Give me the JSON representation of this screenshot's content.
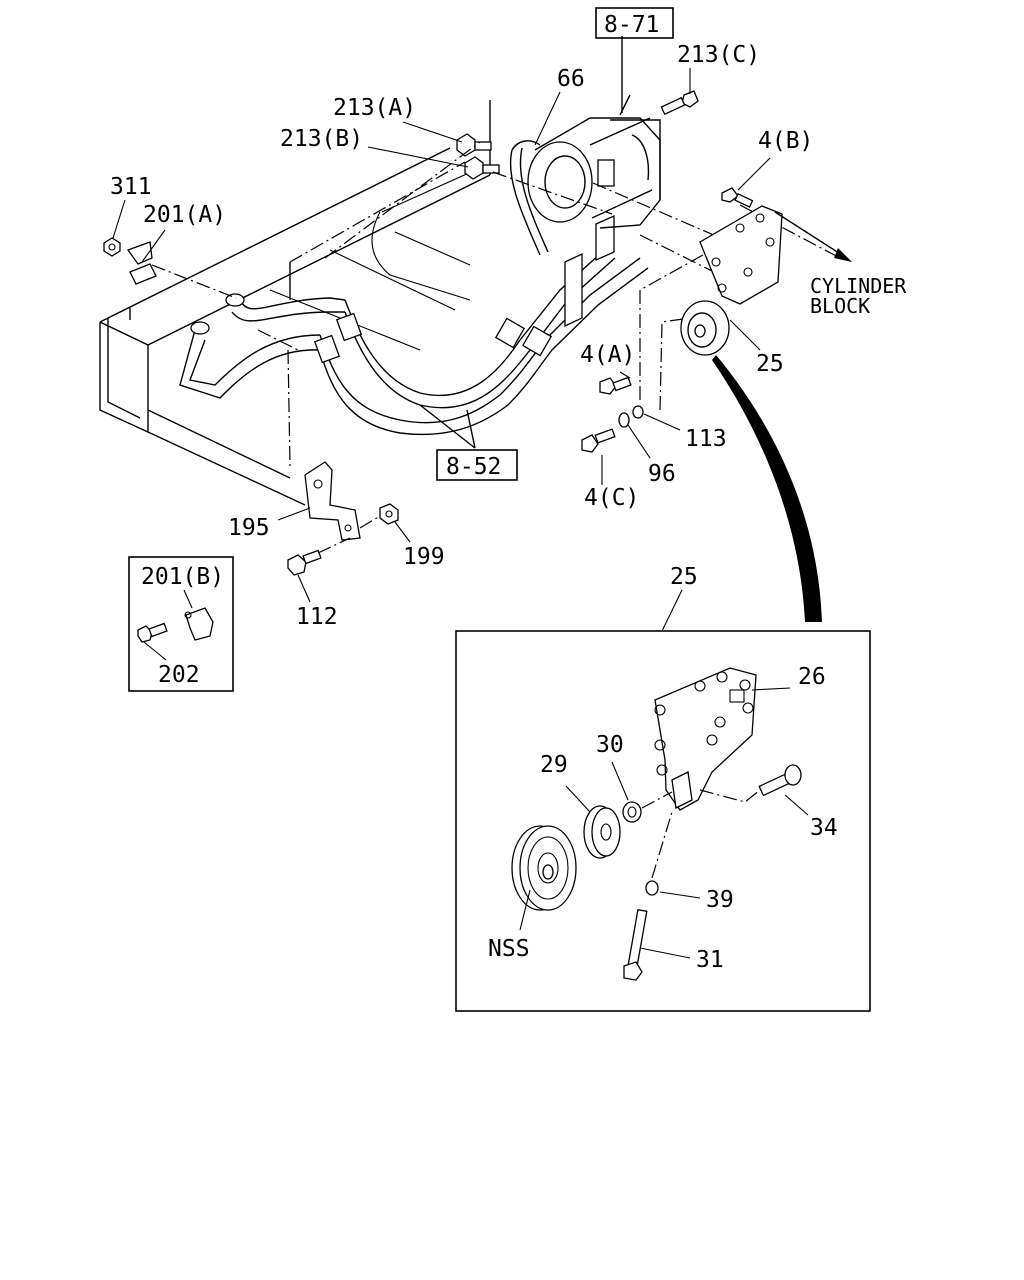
{
  "diagram": {
    "refs": {
      "compressor": "8-71",
      "hoses": "8-52"
    },
    "labels": {
      "p66": "66",
      "p213a": "213(A)",
      "p213b": "213(B)",
      "p213c": "213(C)",
      "p311": "311",
      "p201a": "201(A)",
      "p4b": "4(B)",
      "cylinder_line1": "CYLINDER",
      "cylinder_line2": "BLOCK",
      "p25_top": "25",
      "p4a": "4(A)",
      "p113": "113",
      "p96": "96",
      "p4c": "4(C)",
      "p195": "195",
      "p199": "199",
      "p112": "112",
      "p201b": "201(B)",
      "p202": "202",
      "p25_detail": "25",
      "p26": "26",
      "p29": "29",
      "p30": "30",
      "p34": "34",
      "p39": "39",
      "p31": "31",
      "nss": "NSS"
    }
  }
}
